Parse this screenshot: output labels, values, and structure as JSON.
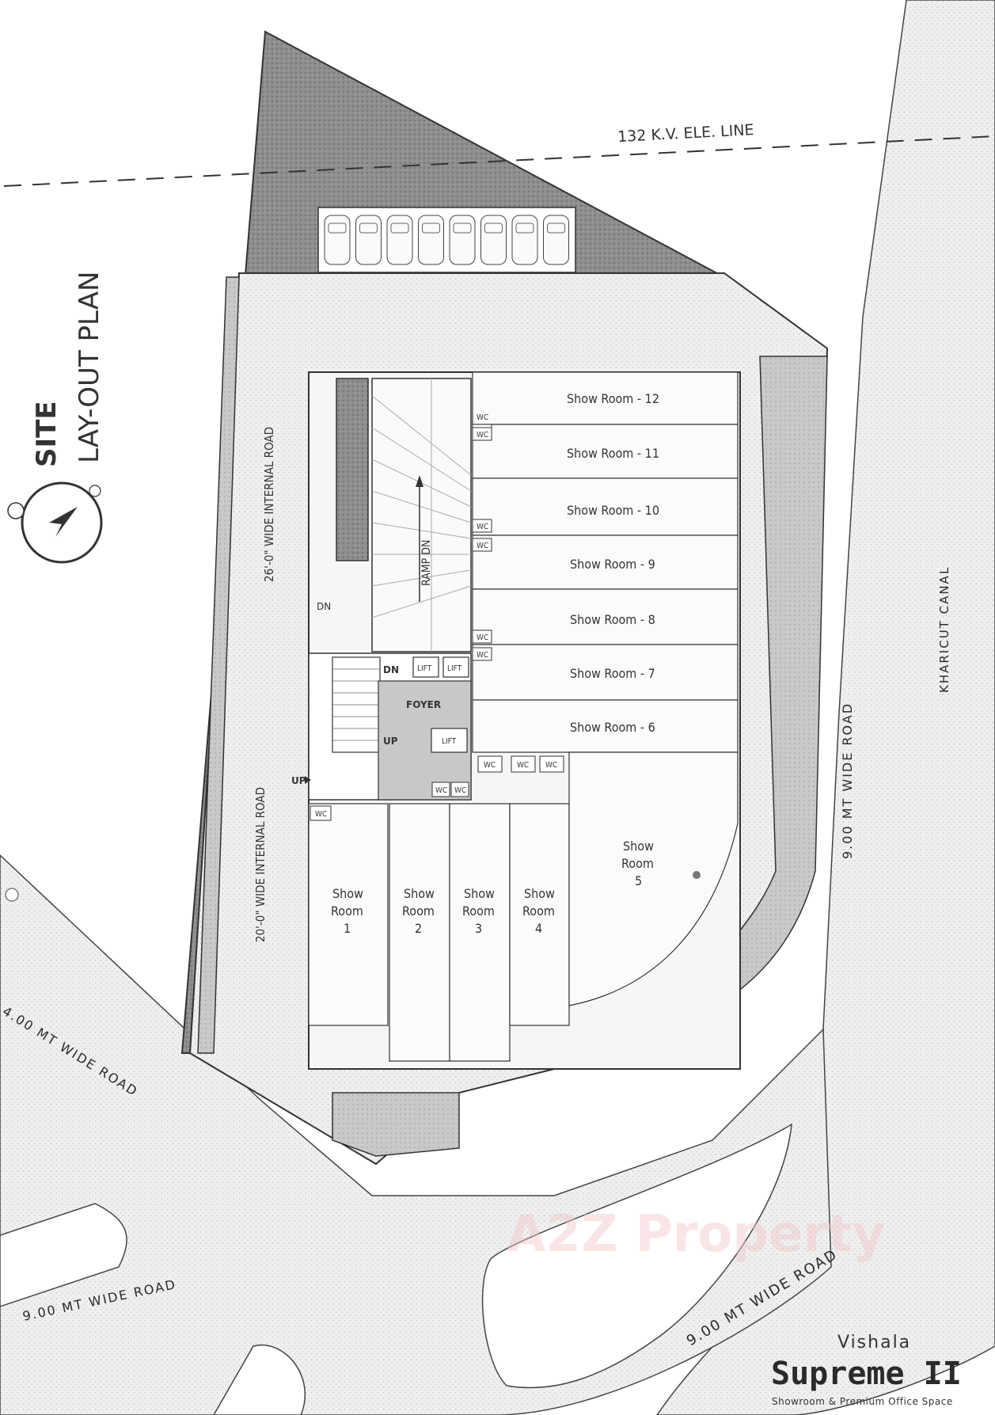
{
  "title": {
    "line1": "SITE",
    "line2": "LAY-OUT PLAN"
  },
  "labels": {
    "ele_line": "132 K.V. ELE. LINE",
    "internal_road_top": "26'-0\" WIDE INTERNAL ROAD",
    "internal_road_bottom": "20'-0\" WIDE INTERNAL ROAD",
    "road_right": "9.00 MT WIDE ROAD",
    "road_left_upper": "4.00 MT WIDE ROAD",
    "road_left_lower": "9.00 MT WIDE ROAD",
    "road_bottom_right": "9.00 MT WIDE ROAD",
    "canal": "KHARICUT CANAL",
    "ramp": "RAMP DN",
    "dn": "DN",
    "dn2": "DN",
    "up": "UP",
    "up2": "UP",
    "foyer": "FOYER",
    "lift": "LIFT",
    "wc": "WC"
  },
  "show_rooms_east": [
    "Show Room - 12",
    "Show Room - 11",
    "Show Room - 10",
    "Show Room - 9",
    "Show Room - 8",
    "Show Room - 7",
    "Show Room - 6"
  ],
  "show_rooms_south": [
    {
      "line1": "Show",
      "line2": "Room",
      "line3": "1"
    },
    {
      "line1": "Show",
      "line2": "Room",
      "line3": "2"
    },
    {
      "line1": "Show",
      "line2": "Room",
      "line3": "3"
    },
    {
      "line1": "Show",
      "line2": "Room",
      "line3": "4"
    },
    {
      "line1": "Show",
      "line2": "Room",
      "line3": "5"
    }
  ],
  "brand": {
    "name_top": "Vishala",
    "name_main": "Supreme II",
    "tagline": "Showroom & Premium Office Space"
  },
  "watermark": "A2Z Property",
  "colors": {
    "ink": "#333333",
    "landscape": "#8f8f8f",
    "road": "#e6e6e6"
  }
}
